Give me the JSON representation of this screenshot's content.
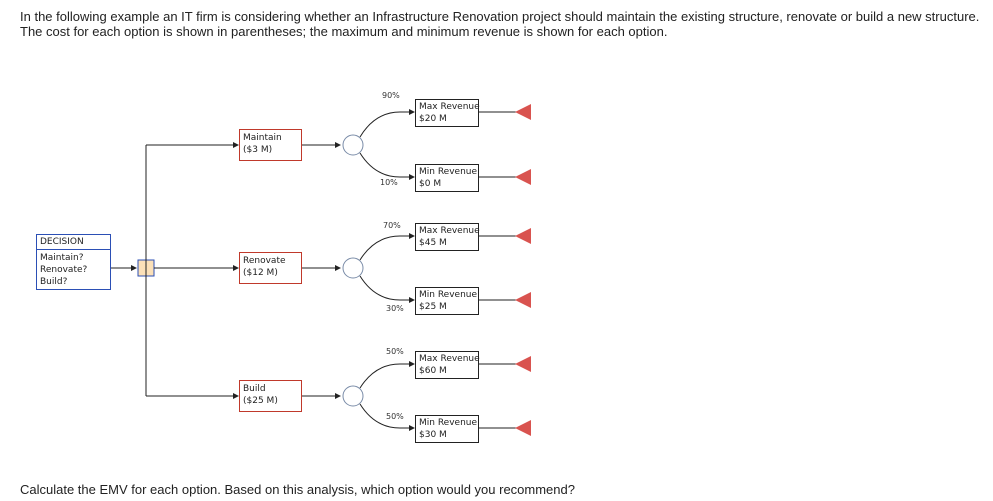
{
  "intro_text": "In the following example an IT firm is considering whether an Infrastructure Renovation project should maintain the existing structure, renovate or build a new structure. The cost for each option is shown in parentheses; the maximum and minimum revenue is shown for each option.",
  "question_text": "Calculate the EMV for each option. Based on this analysis, which option would you recommend?",
  "decision": {
    "title": "DECISION",
    "lines": [
      "Maintain?",
      "Renovate?",
      "Build?"
    ]
  },
  "options": [
    {
      "name": "Maintain",
      "cost": "($3 M)",
      "outcomes": [
        {
          "pct": "90%",
          "label": "Max Revenue",
          "value": "$20 M"
        },
        {
          "pct": "10%",
          "label": "Min Revenue",
          "value": "$0 M"
        }
      ]
    },
    {
      "name": "Renovate",
      "cost": "($12 M)",
      "outcomes": [
        {
          "pct": "70%",
          "label": "Max Revenue",
          "value": "$45 M"
        },
        {
          "pct": "30%",
          "label": "Min Revenue",
          "value": "$25 M"
        }
      ]
    },
    {
      "name": "Build",
      "cost": "($25 M)",
      "outcomes": [
        {
          "pct": "50%",
          "label": "Max Revenue",
          "value": "$60 M"
        },
        {
          "pct": "50%",
          "label": "Min Revenue",
          "value": "$30 M"
        }
      ]
    }
  ],
  "colors": {
    "decision_border": "#2b4fb5",
    "option_border": "#c0392b",
    "decision_node_fill": "#fbe0b8",
    "chance_node_fill": "#ffffff",
    "end_triangle": "#d9534f"
  }
}
